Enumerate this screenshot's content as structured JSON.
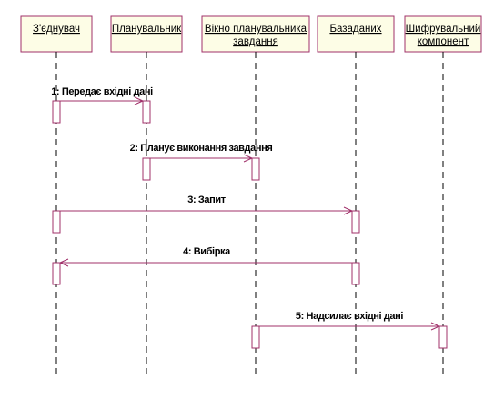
{
  "objects": [
    {
      "id": "connector",
      "label_lines": [
        "З'єднувач"
      ]
    },
    {
      "id": "scheduler",
      "label_lines": [
        "Планувальник"
      ]
    },
    {
      "id": "scheduler-window",
      "label_lines": [
        "Вікно планувальника",
        "завдання"
      ]
    },
    {
      "id": "database",
      "label_lines": [
        "Базаданих"
      ]
    },
    {
      "id": "cipher",
      "label_lines": [
        "Шифрувальний",
        "компонент"
      ]
    }
  ],
  "messages": [
    {
      "number": "1",
      "text": "1: Передає вхідні дані",
      "from": "connector",
      "to": "scheduler",
      "direction": "right"
    },
    {
      "number": "2",
      "text": "2: Планує виконання завдання",
      "from": "scheduler",
      "to": "scheduler-window",
      "direction": "right"
    },
    {
      "number": "3",
      "text": "3: Запит",
      "from": "connector",
      "to": "database",
      "direction": "right"
    },
    {
      "number": "4",
      "text": "4: Вибірка",
      "from": "database",
      "to": "connector",
      "direction": "left"
    },
    {
      "number": "5",
      "text": "5: Надсилає вхідні дані",
      "from": "scheduler-window",
      "to": "cipher",
      "direction": "right"
    }
  ],
  "colors": {
    "object_fill": "#fdfde6",
    "stroke": "#a0306a",
    "lifeline": "#000000"
  }
}
